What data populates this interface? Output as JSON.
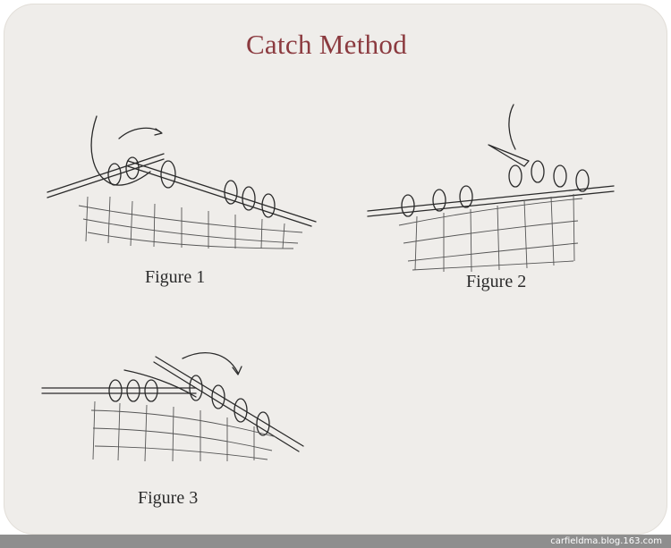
{
  "title": "Catch Method",
  "figures": [
    {
      "caption": "Figure 1"
    },
    {
      "caption": "Figure 2"
    },
    {
      "caption": "Figure 3"
    }
  ],
  "watermark": "carfieldma.blog.163.com",
  "colors": {
    "title": "#8b3a3f",
    "background": "#efedea"
  }
}
